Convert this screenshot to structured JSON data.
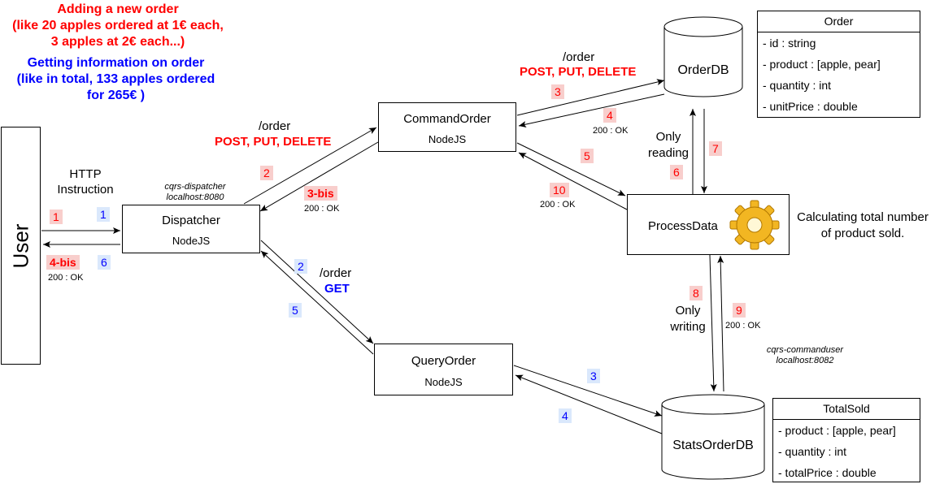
{
  "notes": {
    "new_order_title": "Adding a new order",
    "new_order_line1": "(like 20 apples ordered at 1€ each,",
    "new_order_line2": "3 apples at 2€ each...)",
    "info_title": "Getting information on order",
    "info_line1": "(like in total, 133 apples ordered",
    "info_line2": "for 265€ )"
  },
  "actors": {
    "user": "User"
  },
  "nodes": {
    "dispatcher": {
      "title": "Dispatcher",
      "sub": "NodeJS",
      "host1": "cqrs-dispatcher",
      "host2": "localhost:8080"
    },
    "command_order": {
      "title": "CommandOrder",
      "sub": "NodeJS"
    },
    "query_order": {
      "title": "QueryOrder",
      "sub": "NodeJS"
    },
    "process_data": {
      "title": "ProcessData",
      "host1": "cqrs-commanduser",
      "host2": "localhost:8082"
    }
  },
  "databases": {
    "order_db": "OrderDB",
    "stats_db": "StatsOrderDB"
  },
  "classes": {
    "order": {
      "name": "Order",
      "fields": [
        "- id : string",
        "- product : [apple, pear]",
        "- quantity : int",
        "- unitPrice : double"
      ]
    },
    "total_sold": {
      "name": "TotalSold",
      "fields": [
        "- product : [apple, pear]",
        "- quantity : int",
        "- totalPrice : double"
      ]
    }
  },
  "labels": {
    "http1": "HTTP",
    "http2": "Instruction",
    "ok": "200 : OK",
    "route_order": "/order",
    "methods_write": "POST, PUT, DELETE",
    "method_get": "GET",
    "only_reading1": "Only",
    "only_reading2": "reading",
    "only_writing1": "Only",
    "only_writing2": "writing",
    "calc1": "Calculating total number",
    "calc2": "of product sold."
  },
  "steps": {
    "r1": "1",
    "r2": "2",
    "r3": "3",
    "r3bis": "3-bis",
    "r4": "4",
    "r4bis": "4-bis",
    "r5": "5",
    "r6": "6",
    "r7": "7",
    "r8": "8",
    "r9": "9",
    "r10": "10",
    "b1": "1",
    "b2": "2",
    "b3": "3",
    "b4": "4",
    "b5": "5",
    "b6": "6"
  },
  "colors": {
    "write_flow": "#ff0000",
    "read_flow": "#0000ff",
    "write_badge_bg": "#f8cecc",
    "read_badge_bg": "#dae8fc",
    "gear": "#f2b622"
  }
}
